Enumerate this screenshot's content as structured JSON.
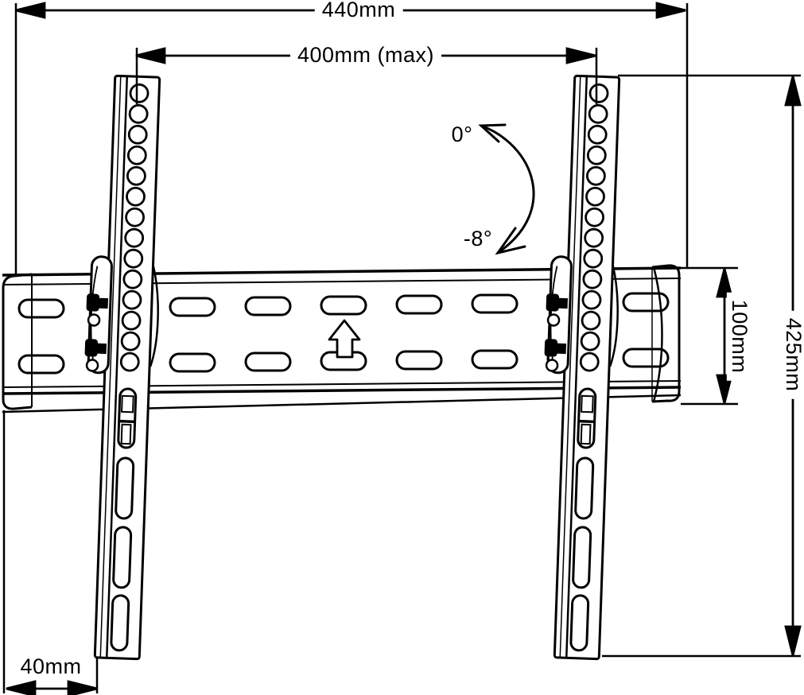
{
  "diagram": {
    "type": "technical-dimension-drawing",
    "subject": "tilting-tv-wall-mount-bracket",
    "labels": {
      "dim_width_total": "440mm",
      "dim_width_max": "400mm (max)",
      "dim_height_total": "425mm",
      "dim_plate_height": "100mm",
      "dim_bottom_width": "40mm",
      "angle_upper": "0°",
      "angle_lower": "-8°"
    },
    "icons": {
      "plate_arrow": "up-arrow",
      "tilt_indicator": "curved-double-arrow"
    },
    "colors": {
      "line": "#000000",
      "background": "#ffffff"
    }
  }
}
